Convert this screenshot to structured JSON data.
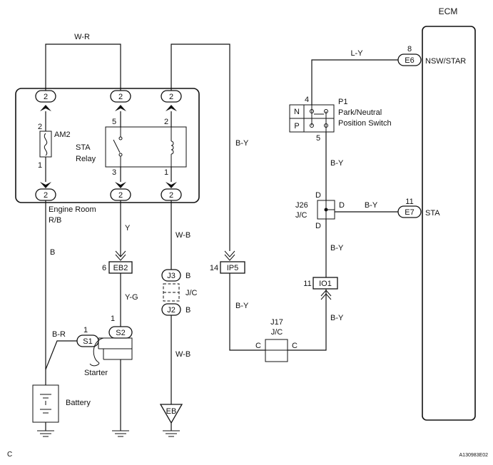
{
  "ecm": {
    "title": "ECM",
    "pin_nsw_num": "8",
    "pin_nsw_conn": "E6",
    "pin_nsw_label": "NSW/STAR",
    "pin_sta_num": "11",
    "pin_sta_conn": "E7",
    "pin_sta_label": "STA"
  },
  "relay_box": {
    "label_line1": "Engine Room",
    "label_line2": "R/B",
    "top_pins": [
      "2",
      "2",
      "2"
    ],
    "bottom_pins": [
      "2",
      "2",
      "2"
    ],
    "am2": {
      "label": "AM2",
      "pin_top": "2",
      "pin_bottom": "1"
    },
    "sta_relay": {
      "label_line1": "STA",
      "label_line2": "Relay",
      "pin5": "5",
      "pin3": "3",
      "pin2": "2",
      "pin1": "1"
    }
  },
  "wires": {
    "w_r": "W-R",
    "l_y": "L-Y",
    "b_y_vertical": "B-Y",
    "b_y_p1_j26": "B-Y",
    "b_y_j26_ecm": "B-Y",
    "b_y_j26_io1": "B-Y",
    "b_y_ip5": "B-Y",
    "b_y_io1": "B-Y",
    "b": "B",
    "y": "Y",
    "y_g": "Y-G",
    "b_r": "B-R",
    "w_b_upper": "W-B",
    "w_b_lower": "W-B"
  },
  "p1": {
    "pin_top": "4",
    "pin_bottom": "5",
    "name": "P1",
    "label_line1": "Park/Neutral",
    "label_line2": "Position Switch",
    "pos_n": "N",
    "pos_p": "P"
  },
  "j26": {
    "name": "J26",
    "sub": "J/C",
    "pin_top": "D",
    "pin_right": "D",
    "pin_bottom": "D"
  },
  "j17": {
    "name": "J17",
    "sub": "J/C",
    "pin_left": "C",
    "pin_right": "C"
  },
  "connectors": {
    "eb2_num": "6",
    "eb2": "EB2",
    "ip5_num": "14",
    "ip5": "IP5",
    "io1_num": "11",
    "io1": "IO1"
  },
  "jc_left": {
    "j3": "J3",
    "j3_pin": "B",
    "j2": "J2",
    "j2_pin": "B",
    "label": "J/C"
  },
  "starter": {
    "s1_num": "1",
    "s1": "S1",
    "s2_num": "1",
    "s2": "S2",
    "label": "Starter"
  },
  "battery": {
    "label": "Battery"
  },
  "ground": {
    "eb": "EB"
  },
  "footer": {
    "left": "C",
    "right": "A130983E02"
  }
}
